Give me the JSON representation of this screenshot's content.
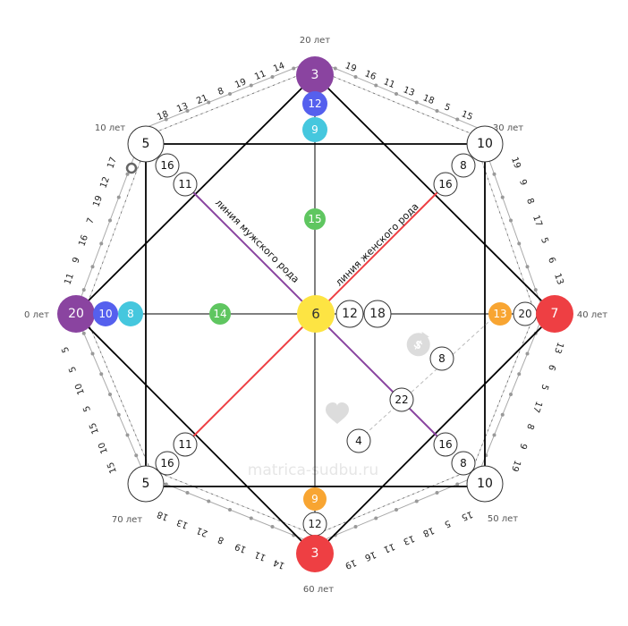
{
  "watermark": "matrica-sudbu.ru",
  "line_labels": {
    "male": "линия мужского рода",
    "female": "линия женского рода"
  },
  "ages": {
    "a0": "0 лет",
    "a10": "10 лет",
    "a20": "20 лет",
    "a30": "30 лет",
    "a40": "40 лет",
    "a50": "50 лет",
    "a60": "60 лет",
    "a70": "70 лет"
  },
  "colors": {
    "purple": "#8a44a0",
    "red": "#ee3f43",
    "blue": "#5560ee",
    "cyan": "#45c7de",
    "green": "#5fc660",
    "yellow": "#fde443",
    "orange": "#f8a532",
    "male_line": "#8a44a0",
    "female_line": "#ee3f43"
  },
  "nodes": {
    "top_main": "3",
    "top_2": "12",
    "top_3": "9",
    "top_4": "15",
    "left_main": "20",
    "left_2": "10",
    "left_3": "8",
    "left_4": "14",
    "center": "6",
    "center_r1": "12",
    "center_r2": "18",
    "right_main": "7",
    "right_2": "20",
    "right_3": "13",
    "bottom_main": "3",
    "bottom_2": "12",
    "bottom_3": "9",
    "tl_main": "5",
    "tl_2": "16",
    "tl_3": "11",
    "tr_main": "10",
    "tr_2": "8",
    "tr_3": "16",
    "br_main": "10",
    "br_2": "8",
    "br_3": "16",
    "bl_main": "5",
    "bl_2": "16",
    "bl_3": "11",
    "inner_8": "8",
    "inner_22": "22",
    "inner_4": "4"
  },
  "outer_numbers": {
    "top_left": [
      "14",
      "11",
      "19",
      "8",
      "21",
      "13",
      "18"
    ],
    "top_right": [
      "19",
      "16",
      "11",
      "13",
      "18",
      "5",
      "15"
    ],
    "right_upper": [
      "19",
      "9",
      "8",
      "17",
      "5",
      "6",
      "13"
    ],
    "right_lower": [
      "13",
      "6",
      "5",
      "17",
      "8",
      "9",
      "19"
    ],
    "bottom_right": [
      "15",
      "5",
      "18",
      "13",
      "11",
      "16",
      "19"
    ],
    "bottom_left": [
      "14",
      "11",
      "19",
      "8",
      "21",
      "13",
      "18"
    ],
    "left_lower": [
      "5",
      "5",
      "10",
      "5",
      "15",
      "10",
      "15"
    ],
    "left_upper": [
      "17",
      "12",
      "19",
      "7",
      "16",
      "9",
      "11"
    ]
  }
}
